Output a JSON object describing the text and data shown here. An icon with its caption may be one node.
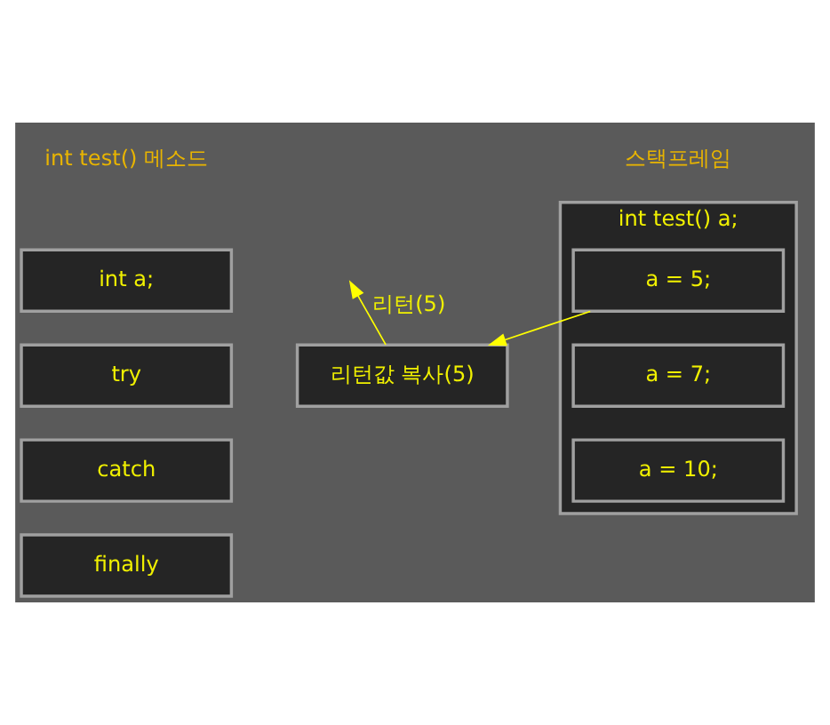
{
  "diagram": {
    "nodes": [
      {
        "text": [
          "int a;"
        ]
      },
      {
        "text": [
          "try"
        ]
      },
      {
        "text": [
          "catch"
        ]
      },
      {
        "text": [
          "finally"
        ]
      },
      {
        "text": [
          "스택프레임",
          "int test() a;"
        ]
      },
      {
        "text": [
          "a = 5;"
        ],
        "in": 4
      },
      {
        "text": [
          "a = 7;"
        ],
        "in": 4
      },
      {
        "text": [
          "a = 10;"
        ],
        "in": 4
      },
      {
        "text": [
          "리턴값 복사(5)"
        ]
      }
    ],
    "edges": [
      {
        "from": 5,
        "to": 8,
        "arrow": "to"
      },
      {
        "from": 8,
        "to": null,
        "arrow": "to",
        "label": "리턴(5)"
      }
    ],
    "labels": [
      "int test() 메소드"
    ]
  }
}
